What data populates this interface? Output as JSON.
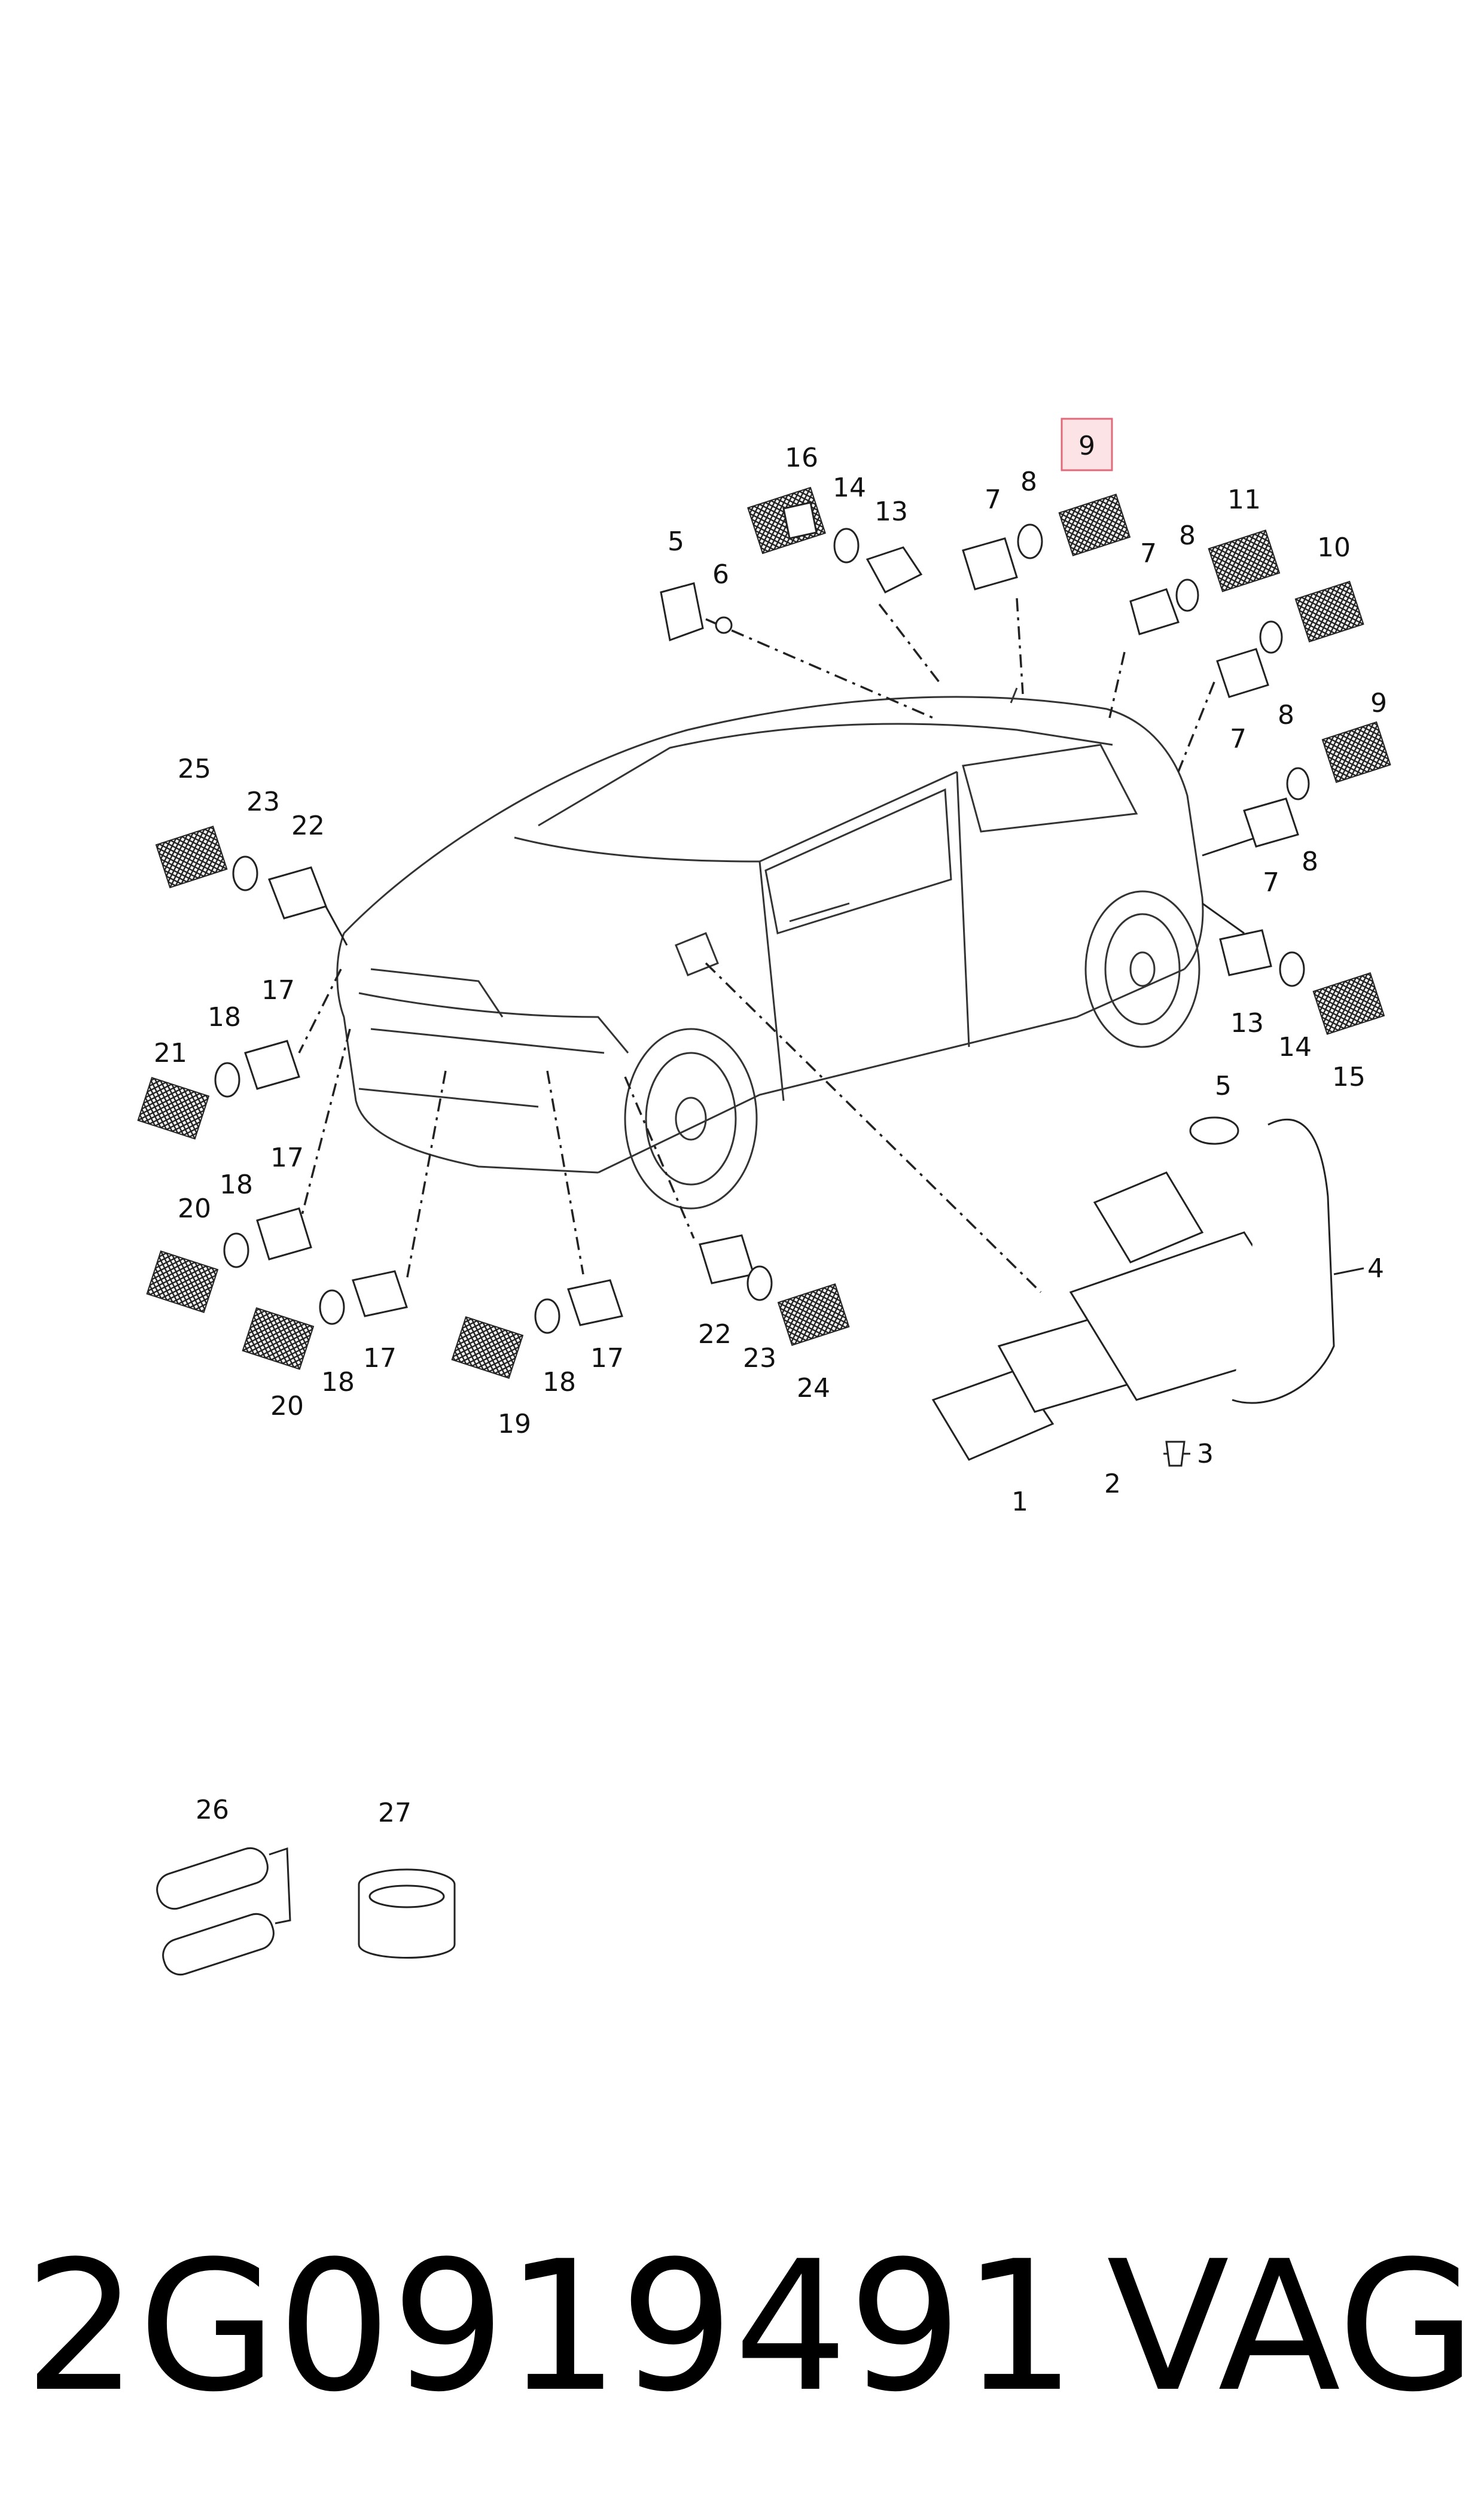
{
  "footer": {
    "part_number": "2G0919491",
    "brand": "VAG"
  },
  "highlight": {
    "label": "9",
    "color": "#e06a7a"
  },
  "callouts": {
    "c1": "1",
    "c2": "2",
    "c3": "3",
    "c4": "4",
    "c5a": "5",
    "c5b": "5",
    "c6": "6",
    "c7a": "7",
    "c7b": "7",
    "c7c": "7",
    "c7d": "7",
    "c8a": "8",
    "c8b": "8",
    "c8c": "8",
    "c8d": "8",
    "c9b": "9",
    "c10": "10",
    "c11": "11",
    "c13a": "13",
    "c13b": "13",
    "c14a": "14",
    "c14b": "14",
    "c15": "15",
    "c16": "16",
    "c17a": "17",
    "c17b": "17",
    "c17c": "17",
    "c17d": "17",
    "c18a": "18",
    "c18b": "18",
    "c18c": "18",
    "c18d": "18",
    "c19": "19",
    "c20a": "20",
    "c20b": "20",
    "c21": "21",
    "c22a": "22",
    "c22b": "22",
    "c23a": "23",
    "c23b": "23",
    "c24": "24",
    "c25": "25",
    "c26": "26",
    "c27": "27"
  }
}
